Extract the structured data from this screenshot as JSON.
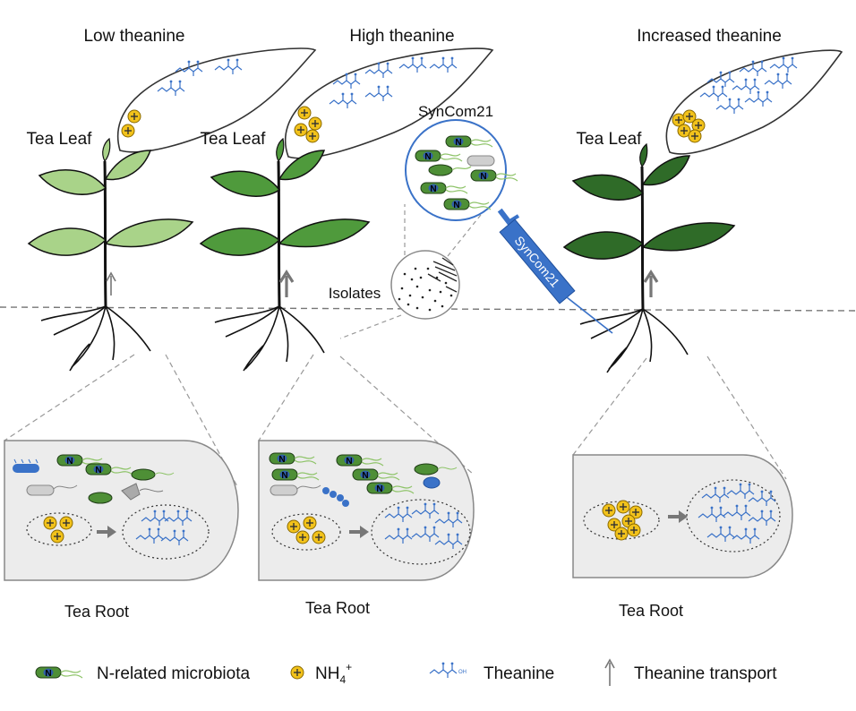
{
  "panels": {
    "low": {
      "condition": "Low theanine",
      "leaf_label": "Tea Leaf",
      "root_label": "Tea Root",
      "leaf_color": "#a9d389"
    },
    "high": {
      "condition": "High theanine",
      "leaf_label": "Tea Leaf",
      "root_label": "Tea Root",
      "leaf_color": "#4f9a3c"
    },
    "increased": {
      "condition": "Increased theanine",
      "leaf_label": "Tea Leaf",
      "root_label": "Tea Root",
      "leaf_color": "#2f6b28"
    }
  },
  "center": {
    "community_label": "SynCom21",
    "syringe_label": "SynCom21",
    "isolates_label": "Isolates"
  },
  "legend": {
    "microbiota": "N-related microbiota",
    "nh4_base": "NH",
    "nh4_sub": "4",
    "nh4_sup": "+",
    "theanine": "Theanine",
    "transport": "Theanine transport"
  },
  "glyphs": {
    "microbe_mark": "N",
    "theanine_mini_label": "OH"
  },
  "colors": {
    "accent_blue": "#3a72c8",
    "microbe_green": "#4e8f36",
    "nh4_yellow": "#f2c21b",
    "root_fill": "#ececec",
    "soil_line": "#777777"
  }
}
